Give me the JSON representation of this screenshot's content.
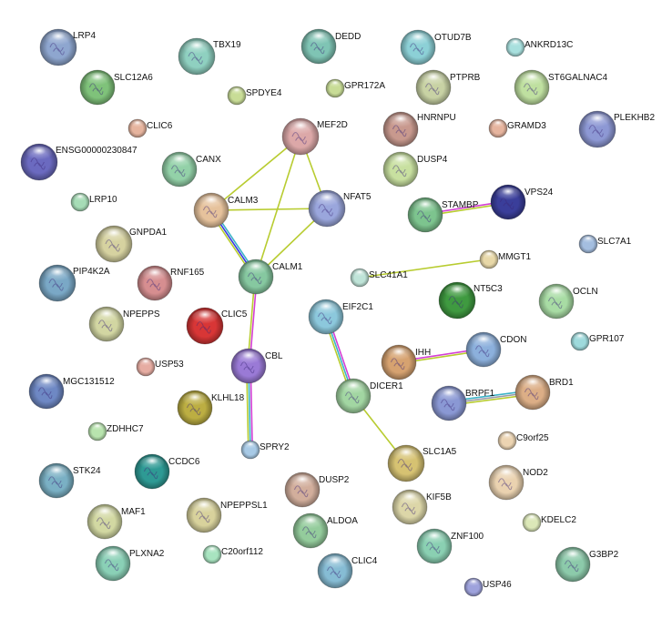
{
  "network": {
    "nodes": [
      {
        "id": "LRP4",
        "color": "#8ea6cf"
      },
      {
        "id": "SLC12A6",
        "color": "#7fc27a"
      },
      {
        "id": "TBX19",
        "color": "#8fd0c0"
      },
      {
        "id": "SPDYE4",
        "color": "#c8dc96"
      },
      {
        "id": "DEDD",
        "color": "#7fc4b4"
      },
      {
        "id": "GPR172A",
        "color": "#c8dc96"
      },
      {
        "id": "OTUD7B",
        "color": "#8cd0d6"
      },
      {
        "id": "ANKRD13C",
        "color": "#a8e0de"
      },
      {
        "id": "PTPRB",
        "color": "#c8d2a4"
      },
      {
        "id": "ST6GALNAC4",
        "color": "#bfe0a0"
      },
      {
        "id": "PLEKHB2",
        "color": "#8d98d4"
      },
      {
        "id": "CLIC6",
        "color": "#e6b49e"
      },
      {
        "id": "MEF2D",
        "color": "#dca8a8"
      },
      {
        "id": "HNRNPU",
        "color": "#c8998e"
      },
      {
        "id": "GRAMD3",
        "color": "#e6b49e"
      },
      {
        "id": "ENSG00000230847",
        "color": "#6b6ac0"
      },
      {
        "id": "CANX",
        "color": "#93d1a8"
      },
      {
        "id": "DUSP4",
        "color": "#c8e0a0"
      },
      {
        "id": "LRP10",
        "color": "#a6dcb6"
      },
      {
        "id": "CALM3",
        "color": "#e6c29c"
      },
      {
        "id": "NFAT5",
        "color": "#9aa6dc"
      },
      {
        "id": "STAMBP",
        "color": "#7dc48e"
      },
      {
        "id": "VPS24",
        "color": "#3a3e9a"
      },
      {
        "id": "GNPDA1",
        "color": "#d6d2a0"
      },
      {
        "id": "SLC7A1",
        "color": "#a4bee0"
      },
      {
        "id": "MMGT1",
        "color": "#e8d8a8"
      },
      {
        "id": "PIP4K2A",
        "color": "#7aa8c6"
      },
      {
        "id": "RNF165",
        "color": "#d68e90"
      },
      {
        "id": "CALM1",
        "color": "#86c8a0"
      },
      {
        "id": "SLC41A1",
        "color": "#bfe4d8"
      },
      {
        "id": "NT5C3",
        "color": "#3f9a40"
      },
      {
        "id": "OCLN",
        "color": "#a8dca4"
      },
      {
        "id": "NPEPPS",
        "color": "#d2d6a2"
      },
      {
        "id": "CLIC5",
        "color": "#d83636"
      },
      {
        "id": "EIF2C1",
        "color": "#8cc8dc"
      },
      {
        "id": "CDON",
        "color": "#8cb0dc"
      },
      {
        "id": "GPR107",
        "color": "#9edadc"
      },
      {
        "id": "USP53",
        "color": "#e6aca2"
      },
      {
        "id": "CBL",
        "color": "#9a7ad6"
      },
      {
        "id": "IHH",
        "color": "#d6a270"
      },
      {
        "id": "MGC131512",
        "color": "#6e88c4"
      },
      {
        "id": "KLHL18",
        "color": "#bcae42"
      },
      {
        "id": "DICER1",
        "color": "#a2d6a2"
      },
      {
        "id": "BRPF1",
        "color": "#8a98d4"
      },
      {
        "id": "BRD1",
        "color": "#dcae86"
      },
      {
        "id": "ZDHHC7",
        "color": "#b8e4ae"
      },
      {
        "id": "C9orf25",
        "color": "#ecd4b2"
      },
      {
        "id": "SPRY2",
        "color": "#a8cae6"
      },
      {
        "id": "STK24",
        "color": "#7ab0c4"
      },
      {
        "id": "CCDC6",
        "color": "#2e9a94"
      },
      {
        "id": "SLC1A5",
        "color": "#d6c272"
      },
      {
        "id": "DUSP2",
        "color": "#d2ae9c"
      },
      {
        "id": "NOD2",
        "color": "#ead2b0"
      },
      {
        "id": "KIF5B",
        "color": "#dcd6a8"
      },
      {
        "id": "MAF1",
        "color": "#d2d8a2"
      },
      {
        "id": "NPEPPSL1",
        "color": "#d8d29c"
      },
      {
        "id": "ALDOA",
        "color": "#94cc9c"
      },
      {
        "id": "KDELC2",
        "color": "#dce8b8"
      },
      {
        "id": "ZNF100",
        "color": "#8ad0b2"
      },
      {
        "id": "PLXNA2",
        "color": "#8ad0b6"
      },
      {
        "id": "C20orf112",
        "color": "#a8e4c0"
      },
      {
        "id": "G3BP2",
        "color": "#8ccaaa"
      },
      {
        "id": "CLIC4",
        "color": "#86bcd4"
      },
      {
        "id": "USP46",
        "color": "#9ea2dc"
      }
    ],
    "edges": [
      {
        "source": "MEF2D",
        "target": "CALM3",
        "colors": [
          "#b8cc30"
        ]
      },
      {
        "source": "MEF2D",
        "target": "NFAT5",
        "colors": [
          "#b8cc30"
        ]
      },
      {
        "source": "MEF2D",
        "target": "CALM1",
        "colors": [
          "#b8cc30"
        ]
      },
      {
        "source": "CALM3",
        "target": "NFAT5",
        "colors": [
          "#b8cc30"
        ]
      },
      {
        "source": "CALM3",
        "target": "CALM1",
        "colors": [
          "#3cb3c8",
          "#3a3ae0",
          "#b8cc30"
        ]
      },
      {
        "source": "NFAT5",
        "target": "CALM1",
        "colors": [
          "#b8cc30"
        ]
      },
      {
        "source": "CALM1",
        "target": "CBL",
        "colors": [
          "#d43fd4",
          "#b8cc30"
        ]
      },
      {
        "source": "CBL",
        "target": "SPRY2",
        "colors": [
          "#d43fd4",
          "#3cb3c8",
          "#b8cc30"
        ]
      },
      {
        "source": "STAMBP",
        "target": "VPS24",
        "colors": [
          "#d43fd4",
          "#b8cc30"
        ]
      },
      {
        "source": "SLC41A1",
        "target": "MMGT1",
        "colors": [
          "#b8cc30"
        ]
      },
      {
        "source": "EIF2C1",
        "target": "DICER1",
        "colors": [
          "#d43fd4",
          "#3cb3c8",
          "#b8cc30"
        ]
      },
      {
        "source": "DICER1",
        "target": "SLC1A5",
        "colors": [
          "#b8cc30"
        ]
      },
      {
        "source": "IHH",
        "target": "CDON",
        "colors": [
          "#d43fd4",
          "#b8cc30"
        ]
      },
      {
        "source": "BRPF1",
        "target": "BRD1",
        "colors": [
          "#3cb3c8",
          "#9a9aa8",
          "#b8cc30"
        ]
      }
    ]
  }
}
